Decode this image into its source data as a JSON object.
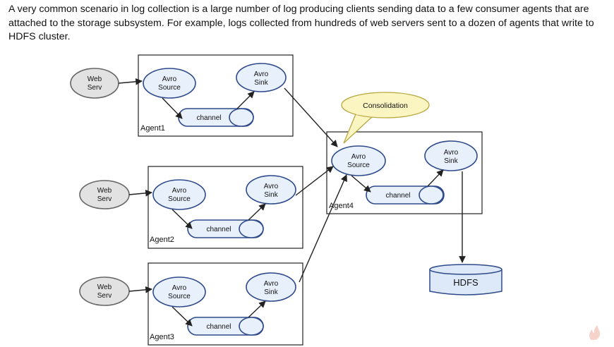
{
  "intro_text": "A very common scenario in log collection is a large number of log producing clients sending data to a few consumer agents that are attached to the storage subsystem. For example, logs collected from hundreds of web servers sent to a dozen of agents that write to HDFS cluster.",
  "web_serv_label": [
    "Web",
    "Serv"
  ],
  "avro_source_label": [
    "Avro",
    "Source"
  ],
  "avro_sink_label": [
    "Avro",
    "Sink"
  ],
  "channel_label": "channel",
  "agents": [
    "Agent1",
    "Agent2",
    "Agent3",
    "Agent4"
  ],
  "callout_label": "Consolidation",
  "storage_label": "HDFS",
  "colors": {
    "node_fill": "#e8f0fb",
    "node_stroke": "#2e4a8a",
    "web_fill": "#e2e2e2",
    "web_stroke": "#666666",
    "callout_fill": "#fbf5c2",
    "callout_stroke": "#b8a840",
    "hdfs_fill": "#dde9f8"
  },
  "watermark_icon": "flame-logo-icon"
}
